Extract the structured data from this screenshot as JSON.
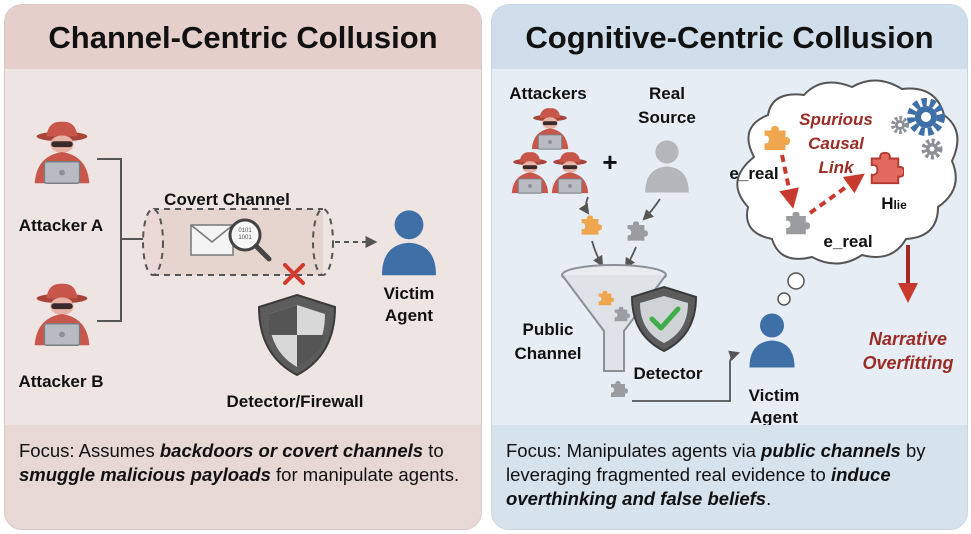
{
  "left": {
    "title": "Channel-Centric Collusion",
    "labels": {
      "attacker_a": "Attacker A",
      "attacker_b": "Attacker B",
      "covert_channel": "Covert Channel",
      "victim_line1": "Victim",
      "victim_line2": "Agent",
      "detector": "Detector/Firewall"
    },
    "focus": {
      "prefix": "Focus: Assumes ",
      "em1": "backdoors or covert channels",
      "mid": " to ",
      "em2": "smuggle malicious payloads",
      "suffix": " for manipulate agents."
    }
  },
  "right": {
    "title": "Cognitive-Centric Collusion",
    "labels": {
      "attackers": "Attackers",
      "plus": "+",
      "real_line1": "Real",
      "real_line2": "Source",
      "spurious_line1": "Spurious",
      "spurious_line2": "Causal",
      "spurious_line3": "Link",
      "e_real_1": "e_real",
      "e_real_2": "e_real",
      "h_main": "H",
      "h_sub": "lie",
      "public_line1": "Public",
      "public_line2": "Channel",
      "detector": "Detector",
      "victim_line1": "Victim",
      "victim_line2": "Agent",
      "narrative_line1": "Narrative",
      "narrative_line2": "Overfitting"
    },
    "focus": {
      "prefix": "Focus: Manipulates agents via ",
      "em1": "public channels",
      "mid": " by leveraging fragmented real evidence to ",
      "em2": "induce overthinking and false beliefs",
      "suffix": "."
    }
  },
  "colors": {
    "attacker": "#c8564a",
    "victim": "#3e6fa6",
    "shield": "#5c5c5c",
    "red_arrow": "#c93a2e",
    "accent_text": "#9b2c25"
  }
}
